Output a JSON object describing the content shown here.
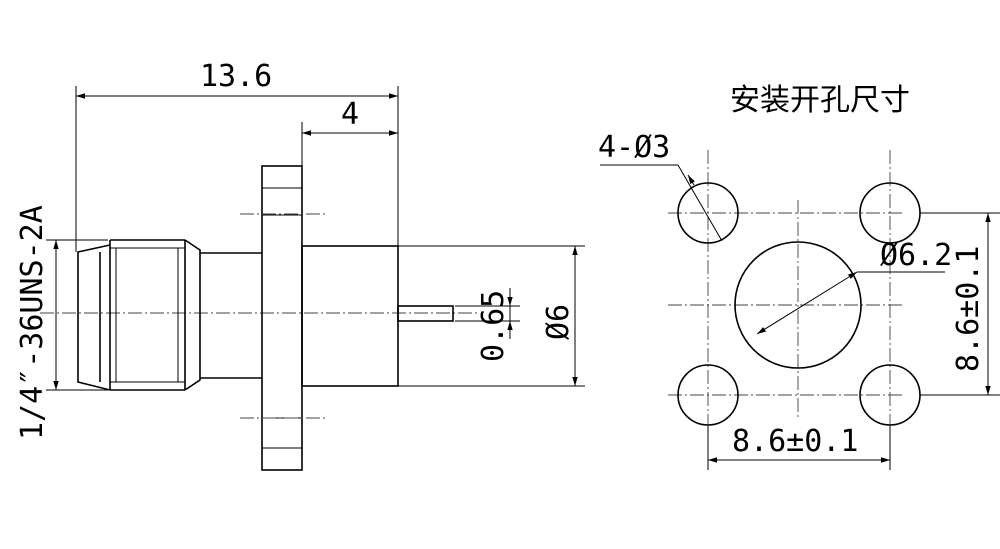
{
  "side_view": {
    "overall_length": "13.6",
    "flange_to_end": "4",
    "thread_spec": "1/4″-36UNS-2A",
    "pin_diameter": "0.65",
    "body_diameter": "Ø6"
  },
  "panel_cutout": {
    "title": "安装开孔尺寸",
    "mount_holes": "4-Ø3",
    "center_hole": "Ø6.2",
    "vertical_spacing": "8.6±0.1",
    "horizontal_spacing": "8.6±0.1"
  }
}
